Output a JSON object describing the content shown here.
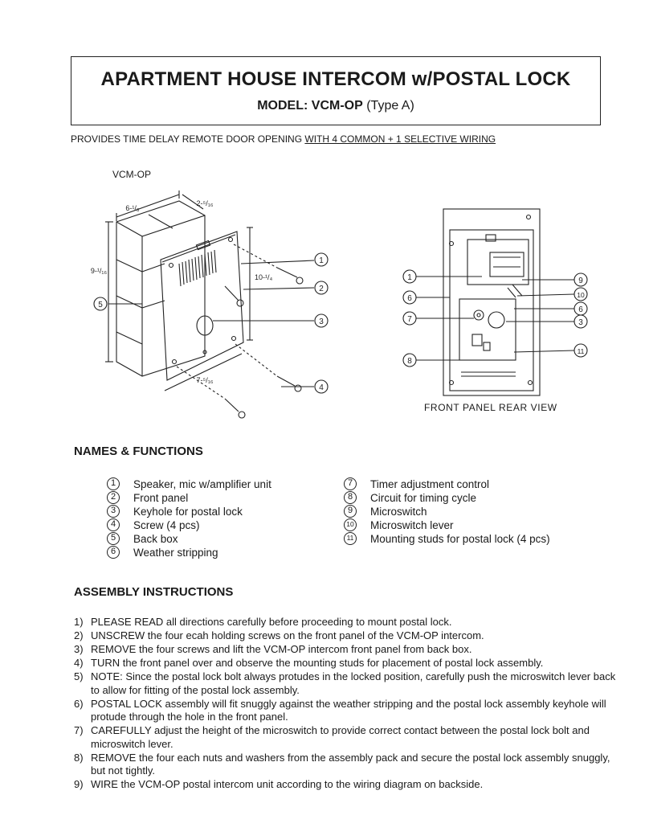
{
  "header": {
    "title": "APARTMENT HOUSE INTERCOM w/POSTAL LOCK",
    "model_label": "MODEL:",
    "model_value": "VCM-OP",
    "model_type": "(Type A)"
  },
  "provides": {
    "prefix": "PROVIDES TIME DELAY REMOTE DOOR OPENING ",
    "underlined": "WITH 4 COMMON + 1 SELECTIVE WIRING"
  },
  "diagram_left": {
    "label": "VCM-OP",
    "dim_width": "6-¹/₈",
    "dim_depth": "2-⁵/₁₆",
    "dim_height": "9-¹/₁₆",
    "dim_panel_height": "10-¹/₄",
    "dim_panel_width": "7-⁵/₁₆",
    "callouts": [
      "1",
      "2",
      "3",
      "4",
      "5"
    ]
  },
  "diagram_right": {
    "caption": "FRONT PANEL REAR VIEW",
    "callouts_left": [
      "1",
      "6",
      "7",
      "8"
    ],
    "callouts_right": [
      "9",
      "10",
      "6",
      "3",
      "11"
    ]
  },
  "names_functions": {
    "heading": "NAMES & FUNCTIONS",
    "left": [
      {
        "num": "1",
        "text": "Speaker, mic w/amplifier unit"
      },
      {
        "num": "2",
        "text": "Front panel"
      },
      {
        "num": "3",
        "text": "Keyhole for postal lock"
      },
      {
        "num": "4",
        "text": "Screw (4 pcs)"
      },
      {
        "num": "5",
        "text": "Back box"
      },
      {
        "num": "6",
        "text": "Weather stripping"
      }
    ],
    "right": [
      {
        "num": "7",
        "text": "Timer adjustment control"
      },
      {
        "num": "8",
        "text": "Circuit for timing cycle"
      },
      {
        "num": "9",
        "text": "Microswitch"
      },
      {
        "num": "10",
        "text": "Microswitch lever"
      },
      {
        "num": "11",
        "text": "Mounting studs for postal lock (4 pcs)"
      }
    ]
  },
  "assembly": {
    "heading": "ASSEMBLY INSTRUCTIONS",
    "steps": [
      {
        "num": "1)",
        "text": "PLEASE READ all directions carefully before proceeding to mount postal lock."
      },
      {
        "num": "2)",
        "text": "UNSCREW the four ecah holding screws on the front panel of the VCM-OP intercom."
      },
      {
        "num": "3)",
        "text": "REMOVE the four screws and lift the VCM-OP intercom front panel from back box."
      },
      {
        "num": "4)",
        "text": "TURN the front panel over and observe the mounting studs for placement of postal lock assembly."
      },
      {
        "num": "5)",
        "text": "NOTE: Since the postal lock bolt always protudes in the locked position, carefully push the microswitch lever back to allow for fitting of the postal lock assembly."
      },
      {
        "num": "6)",
        "text": "POSTAL LOCK assembly will fit snuggly against the weather stripping and the postal lock assembly keyhole will protude through the hole in the front panel."
      },
      {
        "num": "7)",
        "text": "CAREFULLY adjust the height of the microswitch to provide correct contact between the postal lock bolt and microswitch lever."
      },
      {
        "num": "8)",
        "text": "REMOVE the four each nuts and washers from the assembly pack and secure the postal lock assembly snuggly, but not tightly."
      },
      {
        "num": "9)",
        "text": "WIRE the VCM-OP postal intercom unit according to the wiring diagram on backside."
      }
    ]
  }
}
